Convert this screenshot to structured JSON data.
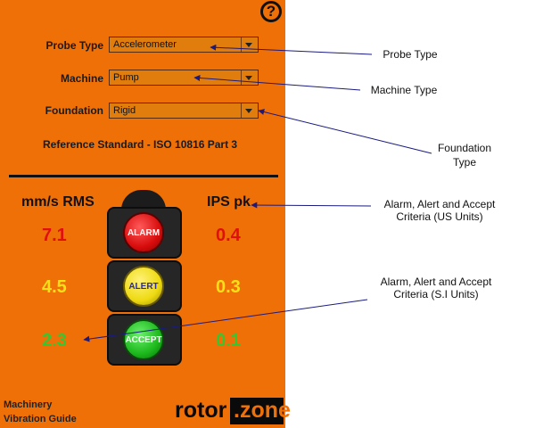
{
  "panel": {
    "help_icon": "question-circle",
    "fields": [
      {
        "label": "Probe Type",
        "value": "Accelerometer"
      },
      {
        "label": "Machine",
        "value": "Pump"
      },
      {
        "label": "Foundation",
        "value": "Rigid"
      }
    ],
    "reference": "Reference Standard - ISO 10816 Part 3",
    "unit_left": "mm/s RMS",
    "unit_right": "IPS pk",
    "rows": [
      {
        "lamp": "ALARM",
        "left": "7.1",
        "right": "0.4",
        "color": "#e01010"
      },
      {
        "lamp": "ALERT",
        "left": "4.5",
        "right": "0.3",
        "color": "#f4e018"
      },
      {
        "lamp": "ACCEPT",
        "left": "2.3",
        "right": "0.1",
        "color": "#32c832"
      }
    ],
    "footer": {
      "line1": "Machinery",
      "line2": "Vibration Guide"
    },
    "logo": {
      "left": "rotor",
      "dot": ".",
      "right": "zone"
    }
  },
  "annotations": {
    "probe_type": "Probe Type",
    "machine_type": "Machine Type",
    "foundation_l1": "Foundation",
    "foundation_l2": "Type",
    "us_l1": "Alarm, Alert and Accept",
    "us_l2": "Criteria (US Units)",
    "si_l1": "Alarm, Alert and Accept",
    "si_l2": "Criteria (S.I Units)"
  },
  "colors": {
    "panel_bg": "#f07008",
    "alarm": "#e01010",
    "alert": "#f4e018",
    "accept": "#32c832",
    "annotation_line": "#1a1a80"
  }
}
